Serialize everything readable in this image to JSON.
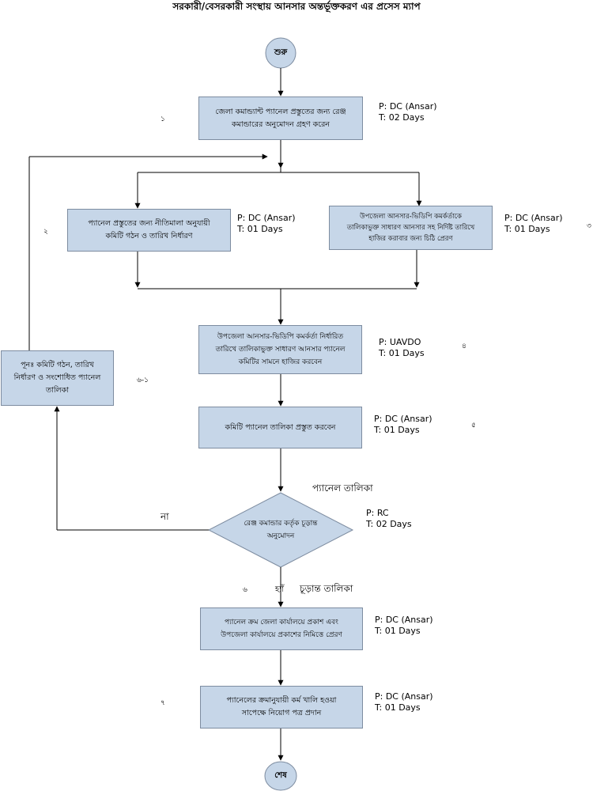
{
  "title": "সরকারী/বেসরকারী সংস্থায় আনসার অন্তর্ভূক্তকরণ এর প্রসেস ম্যাপ",
  "start": "শুরু",
  "end": "শেষ",
  "steps": {
    "s1": {
      "text": "জেলা কমান্ড্যান্ট প্যানেল প্রস্তুতের জন্য রেঞ্জ\nকমান্ডারের অনুমোদন গ্রহণ করেন",
      "meta": "P: DC (Ansar)\nT: 02 Days",
      "num": "১"
    },
    "s2": {
      "text": "প্যানেল প্রস্তুতের জন্য নীতিমালা অনুযায়ী\nকমিটি গঠন ও তারিখ নির্ধারণ",
      "meta": "P: DC (Ansar)\nT: 01 Days",
      "num": "২"
    },
    "s3": {
      "text": "উপজেলা আনসার-ভিডিপি কমর্কর্তাকে\nতালিকাভুক্ত সাধারণ আনসার সহ নির্দিষ্ট তারিখে\nহাজির করাবার জন্য চিঠি প্রেরণ",
      "meta": "P: DC (Ansar)\nT: 01 Days",
      "num": "৩"
    },
    "s4": {
      "text": "উপজেলা আনসার-ভিডিপি কমর্কর্তা নির্ধারিত\nতারিখে তালিকাভুক্ত সাধারণ আনসার প্যানেল\nকমিটির সামনে হাজির করবেন",
      "meta": "P: UAVDO\nT: 01 Days",
      "num": "৪"
    },
    "s5": {
      "text": "কমিটি প্যানেল তালিকা প্রস্তুত করবেন",
      "meta": "P: DC (Ansar)\nT: 01 Days",
      "num": "৫"
    },
    "s6": {
      "text": "রেঞ্জ কমান্ডার কর্তৃক চূড়ান্ত\nঅনুমোদন",
      "meta": "P: RC\nT: 02 Days",
      "num": "৬"
    },
    "s61": {
      "text": "পূনঃ  কমিটি গঠন, তারিখ\nনির্ধারণ ও সংশোধিত প্যানেল\nতালিকা",
      "num": "৬-১"
    },
    "s7a": {
      "text": "প্যানেল ক্রম জেলা কার্যালয়ে প্রকাশ এবং\nউপজেলা কার্যালয়ে প্রকাশের নিমিত্তে প্রেরণ",
      "meta": "P: DC (Ansar)\nT: 01 Days"
    },
    "s7": {
      "text": "প্যানেলের ক্রমানুযায়ী কর্ম খালি হওয়া\nসাপেক্ষে নিয়োগ পত্র প্রদান",
      "meta": "P: DC (Ansar)\nT: 01 Days",
      "num": "৭"
    }
  },
  "labels": {
    "panel_list": "প্যানেল তালিকা",
    "final_list": "চূড়ান্ত তালিকা",
    "no": "না",
    "yes": "হ্যাঁ"
  }
}
